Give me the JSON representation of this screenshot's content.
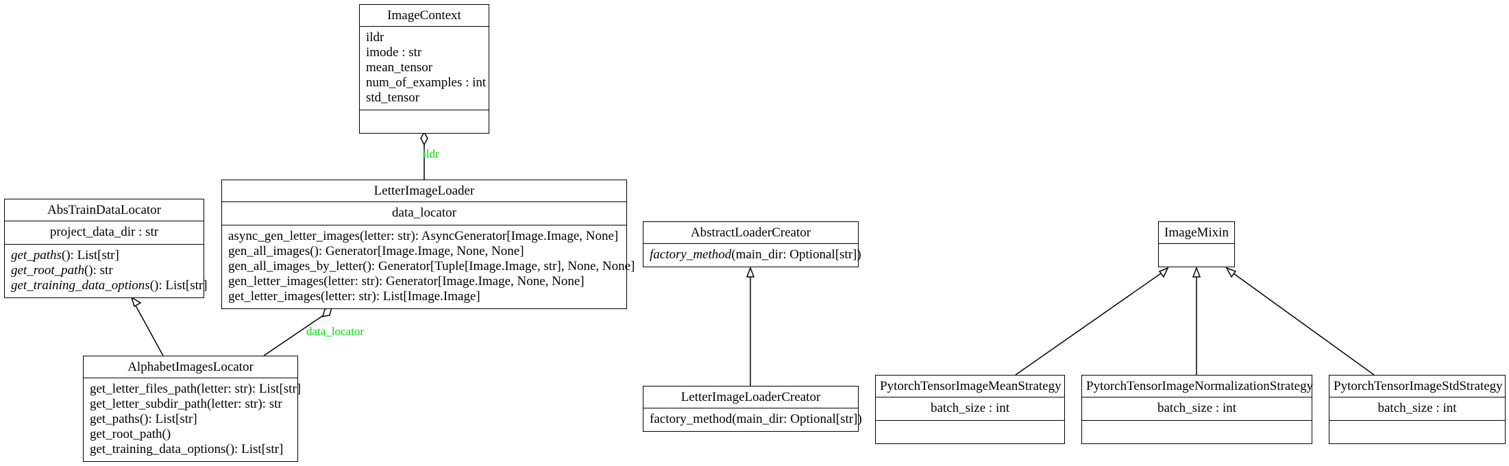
{
  "classes": {
    "image_context": {
      "name": "ImageContext",
      "attributes": [
        "ildr",
        "imode : str",
        "mean_tensor",
        "num_of_examples : int",
        "std_tensor"
      ],
      "methods": []
    },
    "letter_image_loader": {
      "name": "LetterImageLoader",
      "attributes": [
        "data_locator"
      ],
      "methods": [
        "async_gen_letter_images(letter: str): AsyncGenerator[Image.Image, None]",
        "gen_all_images(): Generator[Image.Image, None, None]",
        "gen_all_images_by_letter(): Generator[Tuple[Image.Image, str], None, None]",
        "gen_letter_images(letter: str): Generator[Image.Image, None, None]",
        "get_letter_images(letter: str): List[Image.Image]"
      ]
    },
    "abs_train_data_locator": {
      "name": "AbsTrainDataLocator",
      "attributes": [
        "project_data_dir : str"
      ],
      "methods": [
        {
          "name": "get_paths",
          "rest": "(): List[str]"
        },
        {
          "name": "get_root_path",
          "rest": "(): str"
        },
        {
          "name": "get_training_data_options",
          "rest": "(): List[str]"
        }
      ]
    },
    "alphabet_images_locator": {
      "name": "AlphabetImagesLocator",
      "attributes": [],
      "methods": [
        "get_letter_files_path(letter: str): List[str]",
        "get_letter_subdir_path(letter: str): str",
        "get_paths(): List[str]",
        "get_root_path()",
        "get_training_data_options(): List[str]"
      ]
    },
    "abstract_loader_creator": {
      "name": "AbstractLoaderCreator",
      "attributes": [],
      "methods": [
        {
          "name": "factory_method",
          "rest": "(main_dir: Optional[str])"
        }
      ]
    },
    "letter_image_loader_creator": {
      "name": "LetterImageLoaderCreator",
      "attributes": [],
      "methods": [
        "factory_method(main_dir: Optional[str])"
      ]
    },
    "image_mixin": {
      "name": "ImageMixin",
      "attributes": [],
      "methods": []
    },
    "mean_strategy": {
      "name": "PytorchTensorImageMeanStrategy",
      "attributes": [
        "batch_size : int"
      ],
      "methods": []
    },
    "normalization_strategy": {
      "name": "PytorchTensorImageNormalizationStrategy",
      "attributes": [
        "batch_size : int"
      ],
      "methods": []
    },
    "std_strategy": {
      "name": "PytorchTensorImageStdStrategy",
      "attributes": [
        "batch_size : int"
      ],
      "methods": []
    }
  },
  "relations": [
    {
      "from": "letter_image_loader",
      "to": "image_context",
      "kind": "aggregation",
      "label": "ildr"
    },
    {
      "from": "alphabet_images_locator",
      "to": "letter_image_loader",
      "kind": "aggregation",
      "label": "data_locator"
    },
    {
      "from": "alphabet_images_locator",
      "to": "abs_train_data_locator",
      "kind": "inheritance",
      "label": ""
    },
    {
      "from": "letter_image_loader_creator",
      "to": "abstract_loader_creator",
      "kind": "inheritance",
      "label": ""
    },
    {
      "from": "mean_strategy",
      "to": "image_mixin",
      "kind": "inheritance",
      "label": ""
    },
    {
      "from": "normalization_strategy",
      "to": "image_mixin",
      "kind": "inheritance",
      "label": ""
    },
    {
      "from": "std_strategy",
      "to": "image_mixin",
      "kind": "inheritance",
      "label": ""
    }
  ],
  "colors": {
    "edge_label": "#00e000",
    "line": "#000000"
  }
}
